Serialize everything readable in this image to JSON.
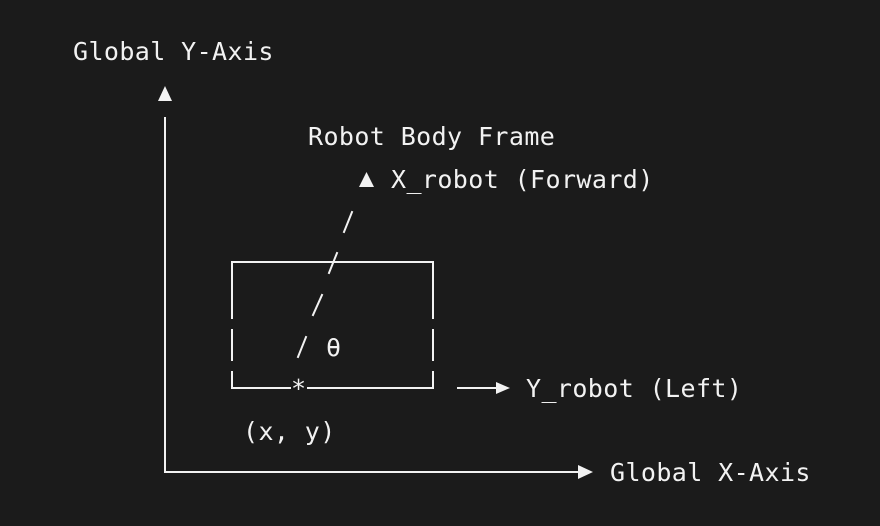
{
  "diagram": {
    "global_y_label": "Global Y-Axis",
    "global_x_label": "Global X-Axis",
    "body_frame_label": "Robot Body Frame",
    "x_robot_label": "X_robot (Forward)",
    "y_robot_label": "Y_robot (Left)",
    "position_label": "(x, y)",
    "theta_label": "θ",
    "origin_marker": "*",
    "colors": {
      "background": "#1b1b1b",
      "foreground": "#f2f2f2"
    }
  }
}
